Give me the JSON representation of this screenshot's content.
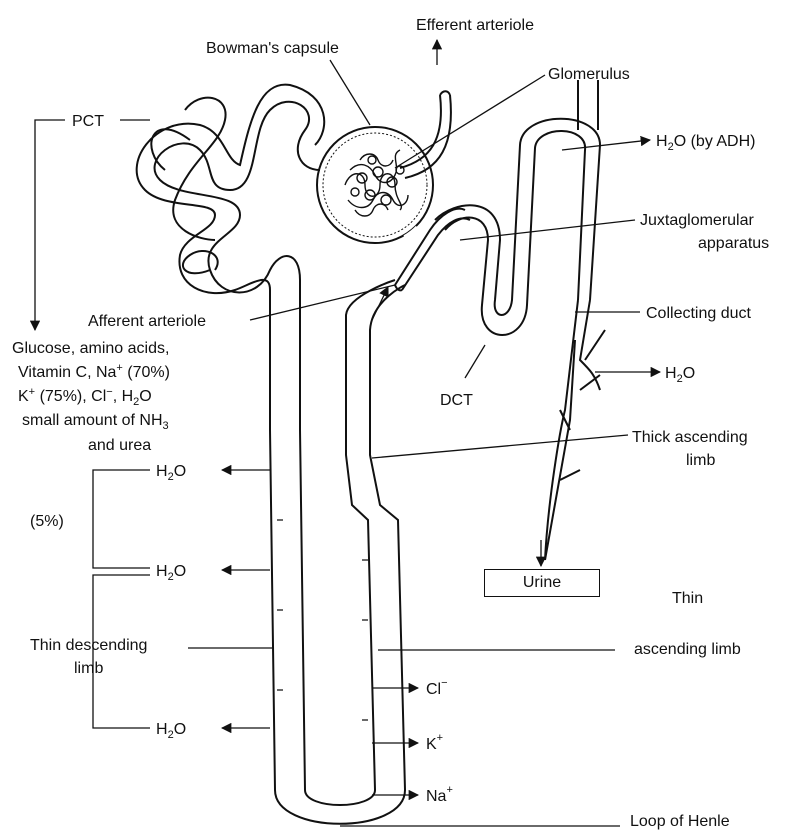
{
  "labels": {
    "efferent_arteriole": "Efferent arteriole",
    "bowmans_capsule": "Bowman's capsule",
    "glomerulus": "Glomerulus",
    "pct": "PCT",
    "h2o_by_adh": "(by ADH)",
    "juxtaglomerular_1": "Juxtaglomerular",
    "juxtaglomerular_2": "apparatus",
    "afferent_arteriole": "Afferent arteriole",
    "collecting_duct": "Collecting duct",
    "pct_reabsorb_1": "Glucose, amino acids,",
    "pct_reabsorb_2_a": "Vitamin C, Na",
    "pct_reabsorb_2_b": "(70%)",
    "pct_reabsorb_3_a": "K",
    "pct_reabsorb_3_b": "(75%), Cl",
    "pct_reabsorb_3_c": ", H",
    "pct_reabsorb_3_d": "O",
    "pct_reabsorb_4": "small amount of NH",
    "pct_reabsorb_5": "and urea",
    "dct": "DCT",
    "thick_ascending_1": "Thick ascending",
    "thick_ascending_2": "limb",
    "percent_5": "(5%)",
    "urine": "Urine",
    "thin_descending_1": "Thin descending",
    "thin_descending_2": "limb",
    "thin_ascending_1": "Thin",
    "thin_ascending_2": "ascending limb",
    "ion_cl": "Cl",
    "ion_k": "K",
    "ion_na": "Na",
    "loop_of_henle": "Loop of Henle",
    "h": "H",
    "o": "O",
    "sub_2": "2",
    "sub_3": "3",
    "sup_plus": "+",
    "sup_minus": "−"
  }
}
